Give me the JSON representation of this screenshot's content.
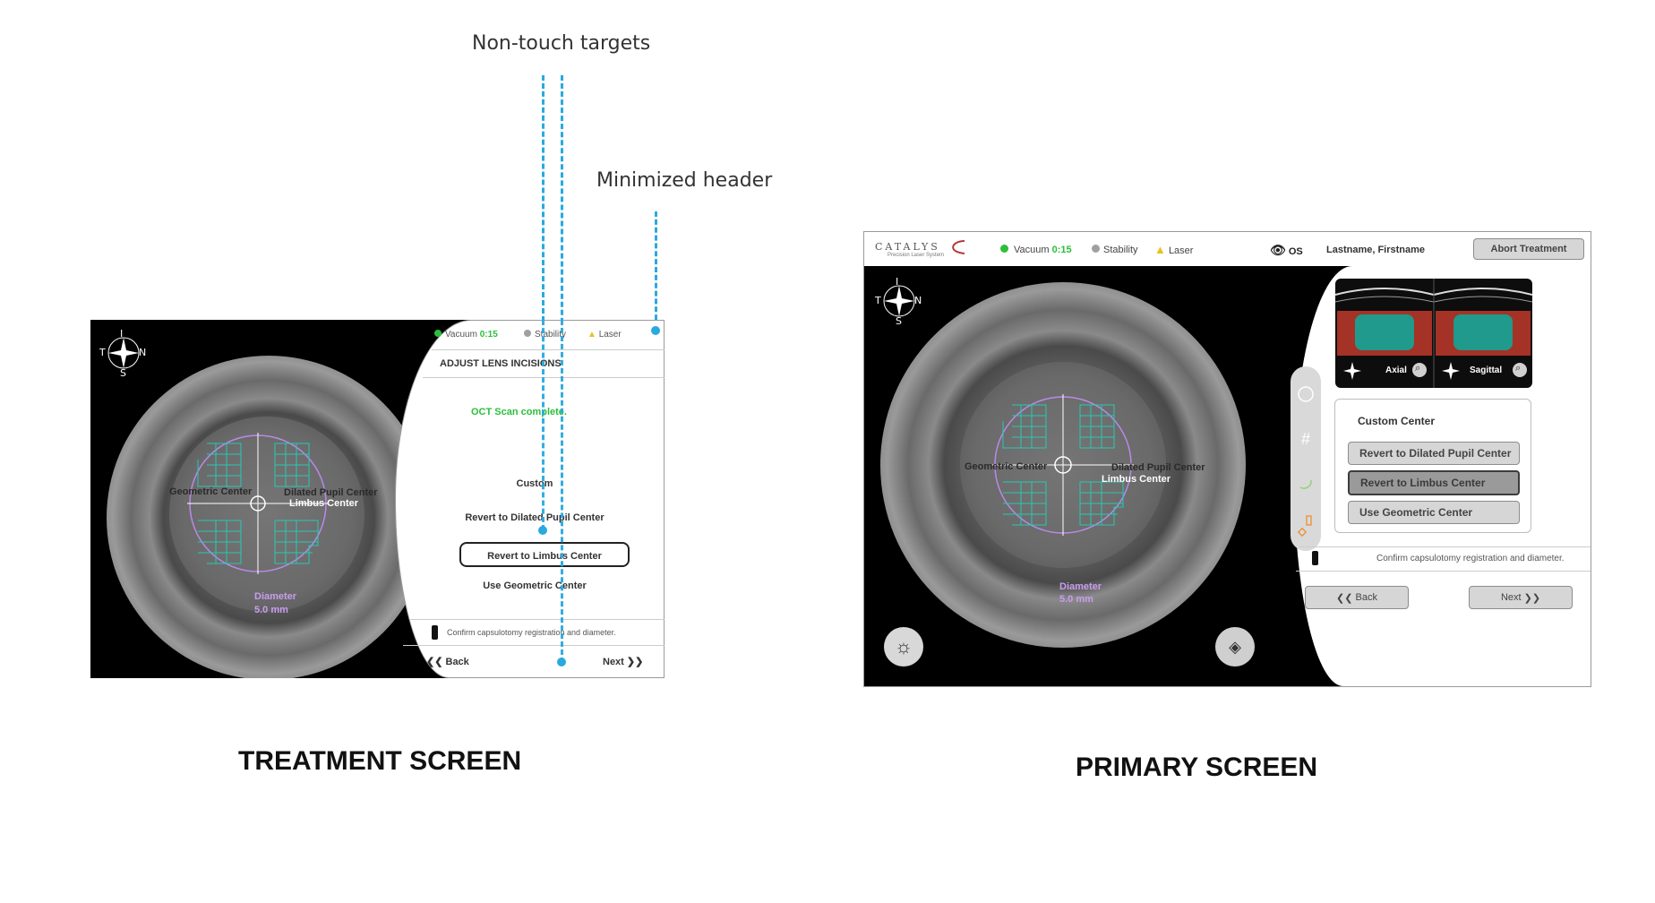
{
  "annotations": {
    "non_touch_targets": "Non-touch targets",
    "minimized_header": "Minimized header"
  },
  "captions": {
    "treatment": "TREATMENT SCREEN",
    "primary": "PRIMARY SCREEN"
  },
  "compass": {
    "t": "T",
    "n": "N",
    "s": "S",
    "i": "I"
  },
  "overlay": {
    "geometric_center": "Geometric Center",
    "dilated_pupil_center": "Dilated Pupil Center",
    "limbus_center": "Limbus Center",
    "diameter_label": "Diameter",
    "diameter_value": "5.0 mm"
  },
  "treatment": {
    "status": {
      "vacuum_label": "Vacuum",
      "vacuum_time": "0:15",
      "stability": "Stability",
      "laser": "Laser"
    },
    "title": "ADJUST LENS INCISIONS",
    "message": "OCT Scan complete.",
    "options": {
      "custom": "Custom",
      "revert_dilated": "Revert to Dilated Pupil Center",
      "revert_limbus": "Revert to Limbus Center",
      "use_geometric": "Use Geometric Center"
    },
    "instruction": "Confirm capsulotomy registration and diameter.",
    "back": "Back",
    "next": "Next"
  },
  "primary": {
    "logo": "CATALYS",
    "logo_sub": "Precision Laser System",
    "status": {
      "vacuum_label": "Vacuum",
      "vacuum_time": "0:15",
      "stability": "Stability",
      "laser": "Laser"
    },
    "eye_side": "OS",
    "patient_name": "Lastname, Firstname",
    "abort": "Abort Treatment",
    "oct": {
      "axial": "Axial",
      "sagittal": "Sagittal"
    },
    "options": {
      "custom": "Custom Center",
      "revert_dilated": "Revert to Dilated Pupil Center",
      "revert_limbus": "Revert to Limbus Center",
      "use_geometric": "Use Geometric Center"
    },
    "instruction": "Confirm capsulotomy registration and diameter.",
    "back": "Back",
    "next": "Next"
  },
  "colors": {
    "annotation_blue": "#29a9e0",
    "vacuum_green": "#2bbf3a",
    "stability_gray": "#a0a0a0",
    "laser_yellow": "#e8c21c",
    "grid_teal": "#27c9b3",
    "ring_purple": "#b98ae8",
    "oct_red": "#c0392b"
  }
}
